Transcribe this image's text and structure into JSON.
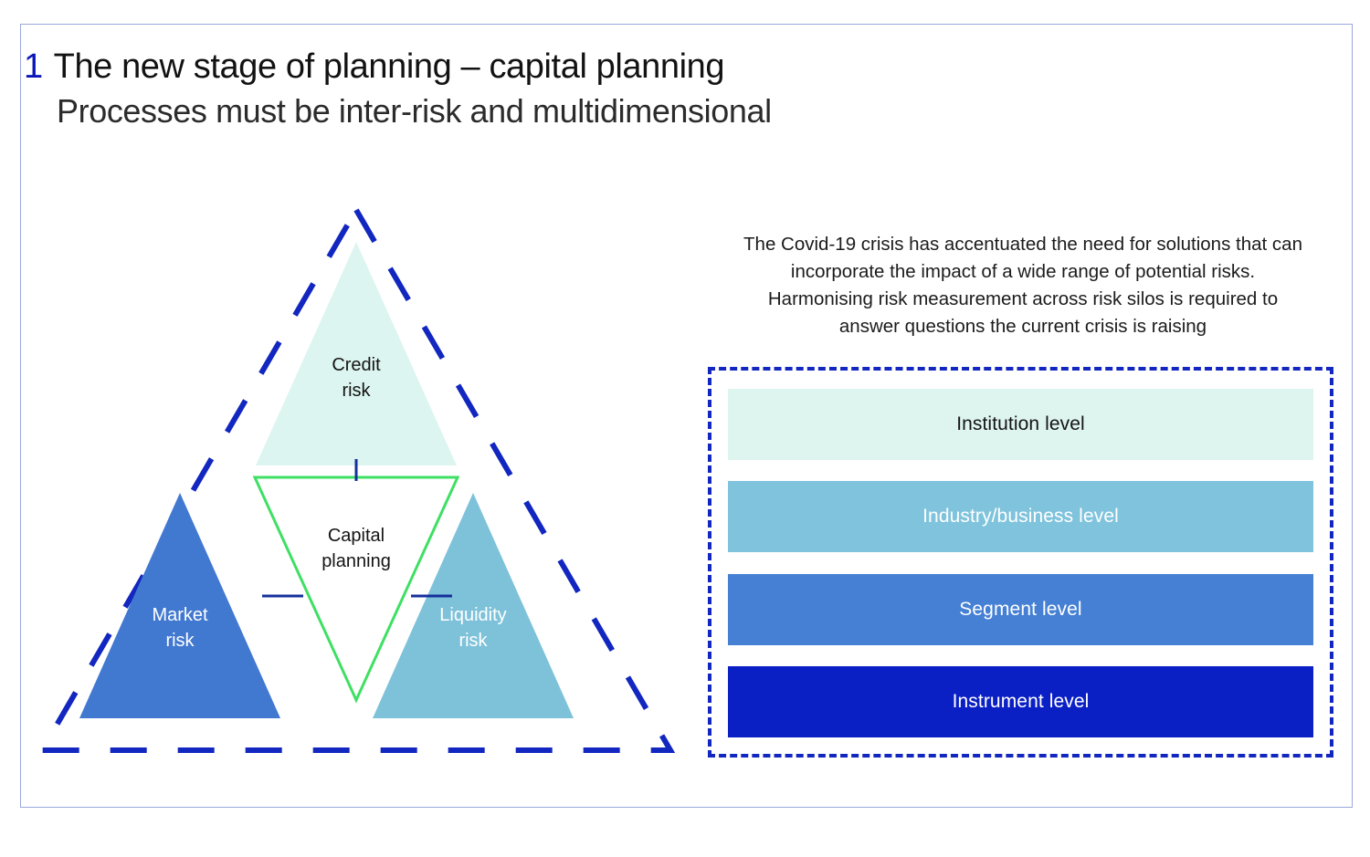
{
  "header": {
    "number": "1",
    "title": "The new stage of planning – capital planning",
    "subtitle": "Processes must be inter-risk and multidimensional"
  },
  "diagram": {
    "name": "risk-triangle",
    "outer_boundary_style": "dashed",
    "outer_boundary_color": "#1226c0",
    "center": {
      "label_line1": "Capital",
      "label_line2": "planning",
      "outline_color": "#3ee063",
      "fill_color": "#ffffff",
      "text_color": "#141414"
    },
    "risks": [
      {
        "name": "credit-risk",
        "label_line1": "Credit",
        "label_line2": "risk",
        "fill_color": "#ddf5f0",
        "text_color": "#141414",
        "position": "top"
      },
      {
        "name": "market-risk",
        "label_line1": "Market",
        "label_line2": "risk",
        "fill_color": "#4178d0",
        "text_color": "#ffffff",
        "position": "bottom-left"
      },
      {
        "name": "liquidity-risk",
        "label_line1": "Liquidity",
        "label_line2": "risk",
        "fill_color": "#7ec2da",
        "text_color": "#ffffff",
        "position": "bottom-right"
      }
    ]
  },
  "right_panel": {
    "paragraph": "The Covid-19 crisis has accentuated the need for solutions that can incorporate the impact of a wide range of potential risks. Harmonising risk measurement across risk silos is required to answer questions the current crisis is raising",
    "levels_box_border_color": "#1226c0",
    "levels": [
      {
        "name": "institution-level",
        "label": "Institution level",
        "fill_color": "#ddf4ef",
        "text_color": "#141414"
      },
      {
        "name": "industry-business-level",
        "label": "Industry/business level",
        "fill_color": "#7fc3dc",
        "text_color": "#ffffff"
      },
      {
        "name": "segment-level",
        "label": "Segment level",
        "fill_color": "#4580d4",
        "text_color": "#ffffff"
      },
      {
        "name": "instrument-level",
        "label": "Instrument level",
        "fill_color": "#0a1fc4",
        "text_color": "#ffffff"
      }
    ]
  },
  "theme": {
    "frame_border_color": "#9aa7dd",
    "accent_blue": "#0a16b8",
    "background": "#ffffff"
  }
}
